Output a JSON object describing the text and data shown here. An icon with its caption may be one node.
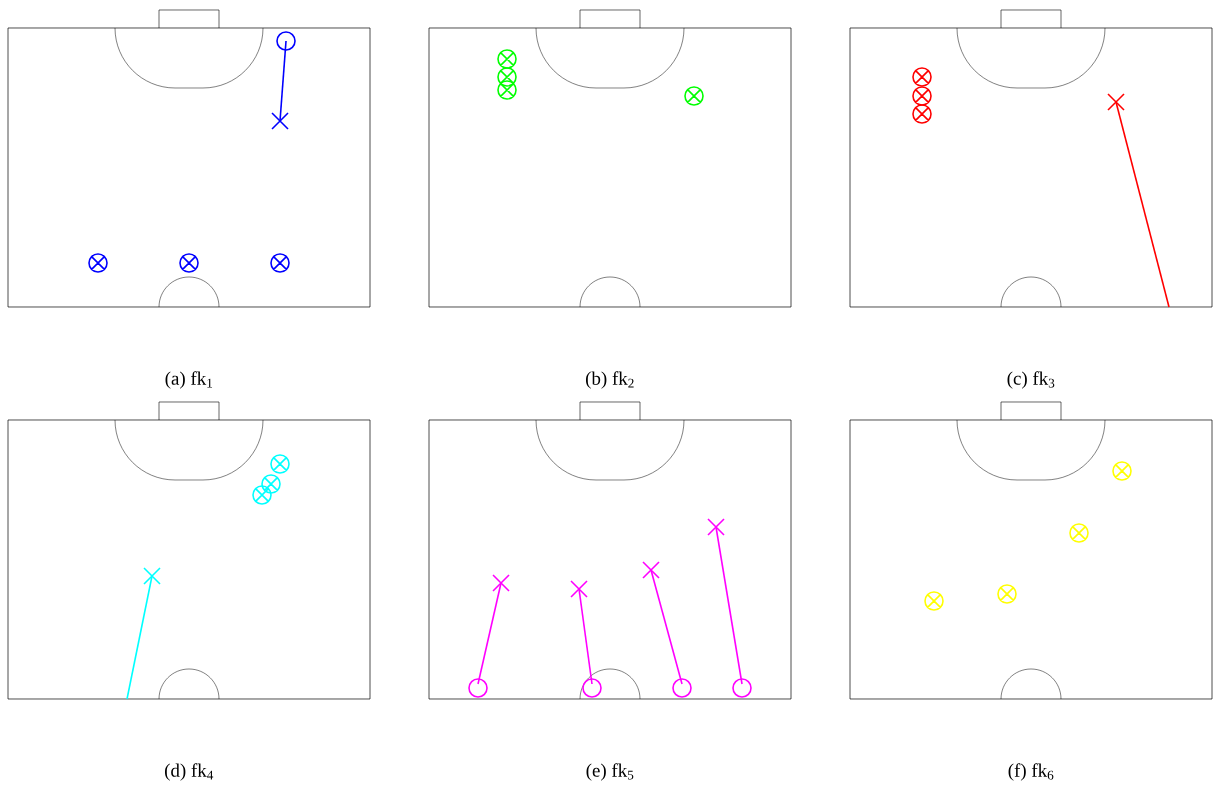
{
  "diagram": {
    "labels": [
      "(a) fk$_{1}$",
      "(b) fk$_{2}$",
      "(c) fk$_{3}$",
      "(d) fk$_{4}$",
      "(e) fk$_{5}$",
      "(f) fk$_{6}$"
    ]
  }
}
